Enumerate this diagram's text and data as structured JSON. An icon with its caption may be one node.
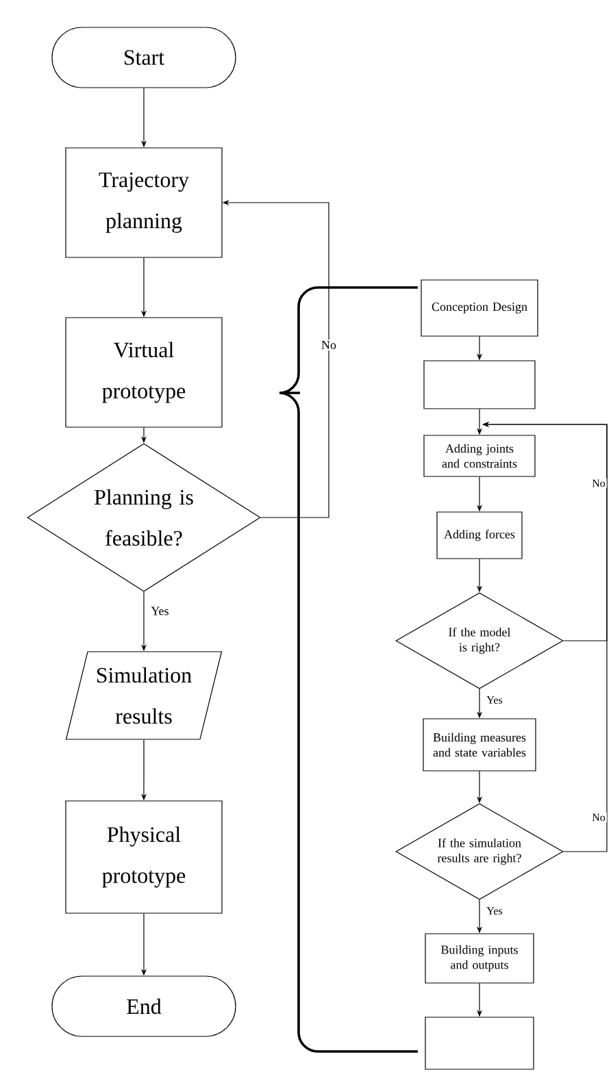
{
  "diagram": {
    "nodes": [
      {
        "text": [
          "Start"
        ]
      },
      {
        "text": [
          "Trajectory planning"
        ]
      },
      {
        "text": [
          "Virtual prototype"
        ]
      },
      {
        "text": [
          "Planning is feasible?"
        ]
      },
      {
        "text": [
          "Simulation results"
        ]
      },
      {
        "text": [
          "Physical prototype"
        ]
      },
      {
        "text": [
          "End"
        ]
      },
      {
        "text": [
          "Conception Design"
        ]
      },
      {
        "text": [],
        "shape": "box"
      },
      {
        "text": [
          "Adding joints and constraints"
        ]
      },
      {
        "text": [
          "Adding forces"
        ]
      },
      {
        "text": [
          "If the model is right?"
        ]
      },
      {
        "text": [
          "Building measures and state variables"
        ]
      },
      {
        "text": [
          "If the simulation results are right?"
        ]
      },
      {
        "text": [
          "Building inputs and outputs"
        ]
      },
      {
        "text": [],
        "shape": "box"
      }
    ],
    "edges": [
      {
        "from": 0,
        "to": 1,
        "arrow": "to"
      },
      {
        "from": 1,
        "to": 2,
        "arrow": "to"
      },
      {
        "from": 2,
        "to": 3,
        "arrow": "to"
      },
      {
        "from": 3,
        "to": 1,
        "arrow": "to",
        "label": "No"
      },
      {
        "from": 3,
        "to": 4,
        "arrow": "to",
        "label": "Yes"
      },
      {
        "from": 4,
        "to": 5,
        "arrow": "to"
      },
      {
        "from": 5,
        "to": 6,
        "arrow": "to"
      },
      {
        "from": 7,
        "to": 8,
        "arrow": "to"
      },
      {
        "from": 8,
        "to": 9,
        "arrow": "to"
      },
      {
        "from": 9,
        "to": 10,
        "arrow": "to"
      },
      {
        "from": 10,
        "to": 11,
        "arrow": "to"
      },
      {
        "from": 11,
        "to": 12,
        "arrow": "to",
        "label": "Yes"
      },
      {
        "from": 12,
        "to": 13,
        "arrow": "to"
      },
      {
        "from": 13,
        "to": 14,
        "arrow": "to",
        "label": "Yes"
      },
      {
        "from": 14,
        "to": 15,
        "arrow": "to"
      },
      {
        "from": 11,
        "to": 9,
        "arrow": "to",
        "label": "No"
      },
      {
        "from": 13,
        "to": 9,
        "arrow": "to",
        "label": "No"
      }
    ]
  }
}
